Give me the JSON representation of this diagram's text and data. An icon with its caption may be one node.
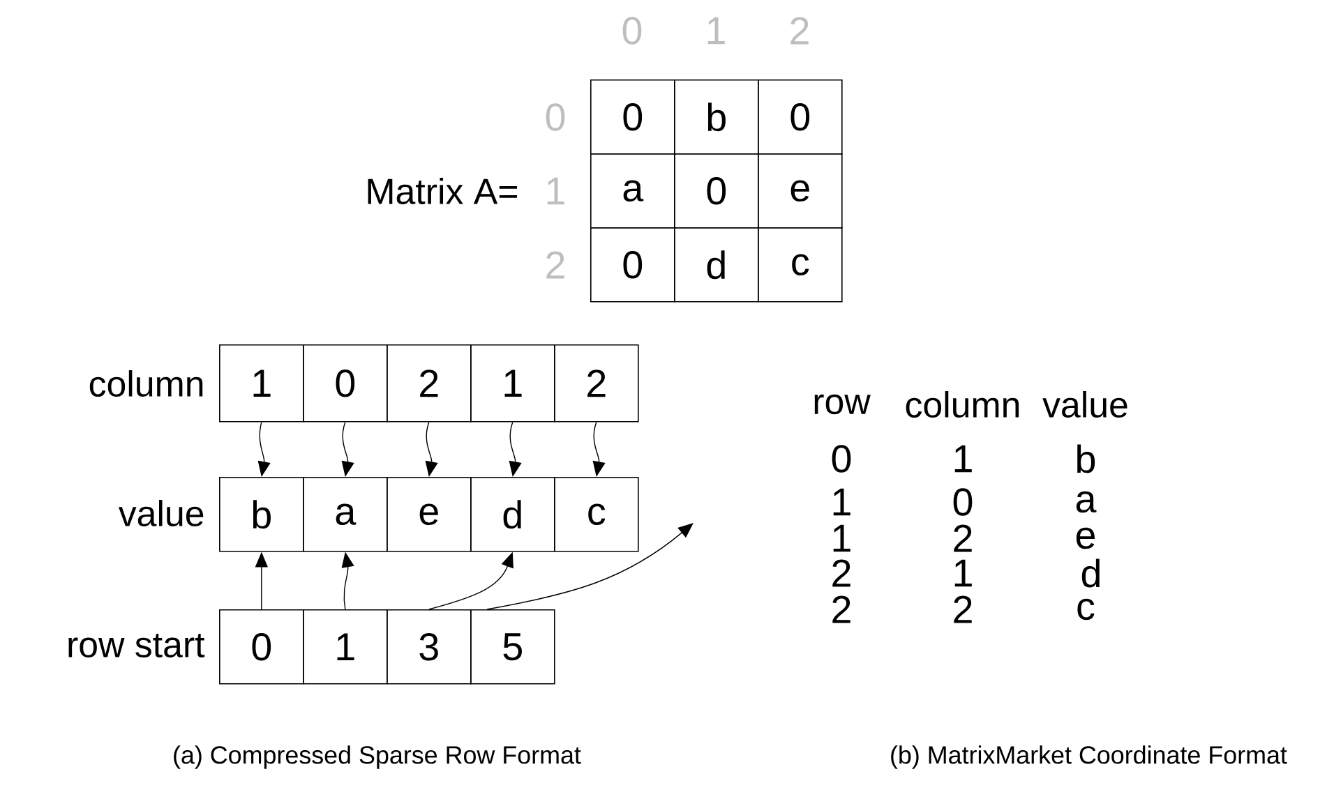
{
  "diagram": {
    "nodes": [
      {
        "text": [
          "0"
        ]
      },
      {
        "text": [
          "b"
        ]
      },
      {
        "text": [
          "0"
        ]
      },
      {
        "text": [
          "a"
        ]
      },
      {
        "text": [
          "0"
        ]
      },
      {
        "text": [
          "e"
        ]
      },
      {
        "text": [
          "0"
        ]
      },
      {
        "text": [
          "d"
        ]
      },
      {
        "text": [
          "c"
        ]
      },
      {
        "text": [
          "1"
        ]
      },
      {
        "text": [
          "0"
        ]
      },
      {
        "text": [
          "2"
        ]
      },
      {
        "text": [
          "1"
        ]
      },
      {
        "text": [
          "2"
        ]
      },
      {
        "text": [
          "b"
        ]
      },
      {
        "text": [
          "a"
        ]
      },
      {
        "text": [
          "e"
        ]
      },
      {
        "text": [
          "d"
        ]
      },
      {
        "text": [
          "c"
        ]
      },
      {
        "text": [
          "0"
        ]
      },
      {
        "text": [
          "1"
        ]
      },
      {
        "text": [
          "3"
        ]
      },
      {
        "text": [
          "5"
        ]
      }
    ],
    "edges": [
      {
        "from": 9,
        "to": 14,
        "arrow": "to"
      },
      {
        "from": 10,
        "to": 15,
        "arrow": "to"
      },
      {
        "from": 11,
        "to": 16,
        "arrow": "to"
      },
      {
        "from": 12,
        "to": 17,
        "arrow": "to"
      },
      {
        "from": 13,
        "to": 18,
        "arrow": "to"
      },
      {
        "from": 19,
        "to": 14,
        "arrow": "to"
      },
      {
        "from": 20,
        "to": 15,
        "arrow": "to"
      },
      {
        "from": 21,
        "to": 17,
        "arrow": "to"
      },
      {
        "from": 22,
        "to": null,
        "arrow": "to"
      }
    ],
    "labels": [
      "0",
      "1",
      "2",
      "0",
      "Matrix A=",
      "1",
      "2",
      "column",
      "row",
      "column",
      "value",
      "0",
      "1",
      "b",
      "value",
      "1",
      "0",
      "a",
      "1",
      "2",
      "e",
      "2",
      "1",
      "d",
      "row start",
      "2",
      "2",
      "c",
      "(a) Compressed Sparse Row Format",
      "(b) MatrixMarket Coordinate Format"
    ]
  }
}
